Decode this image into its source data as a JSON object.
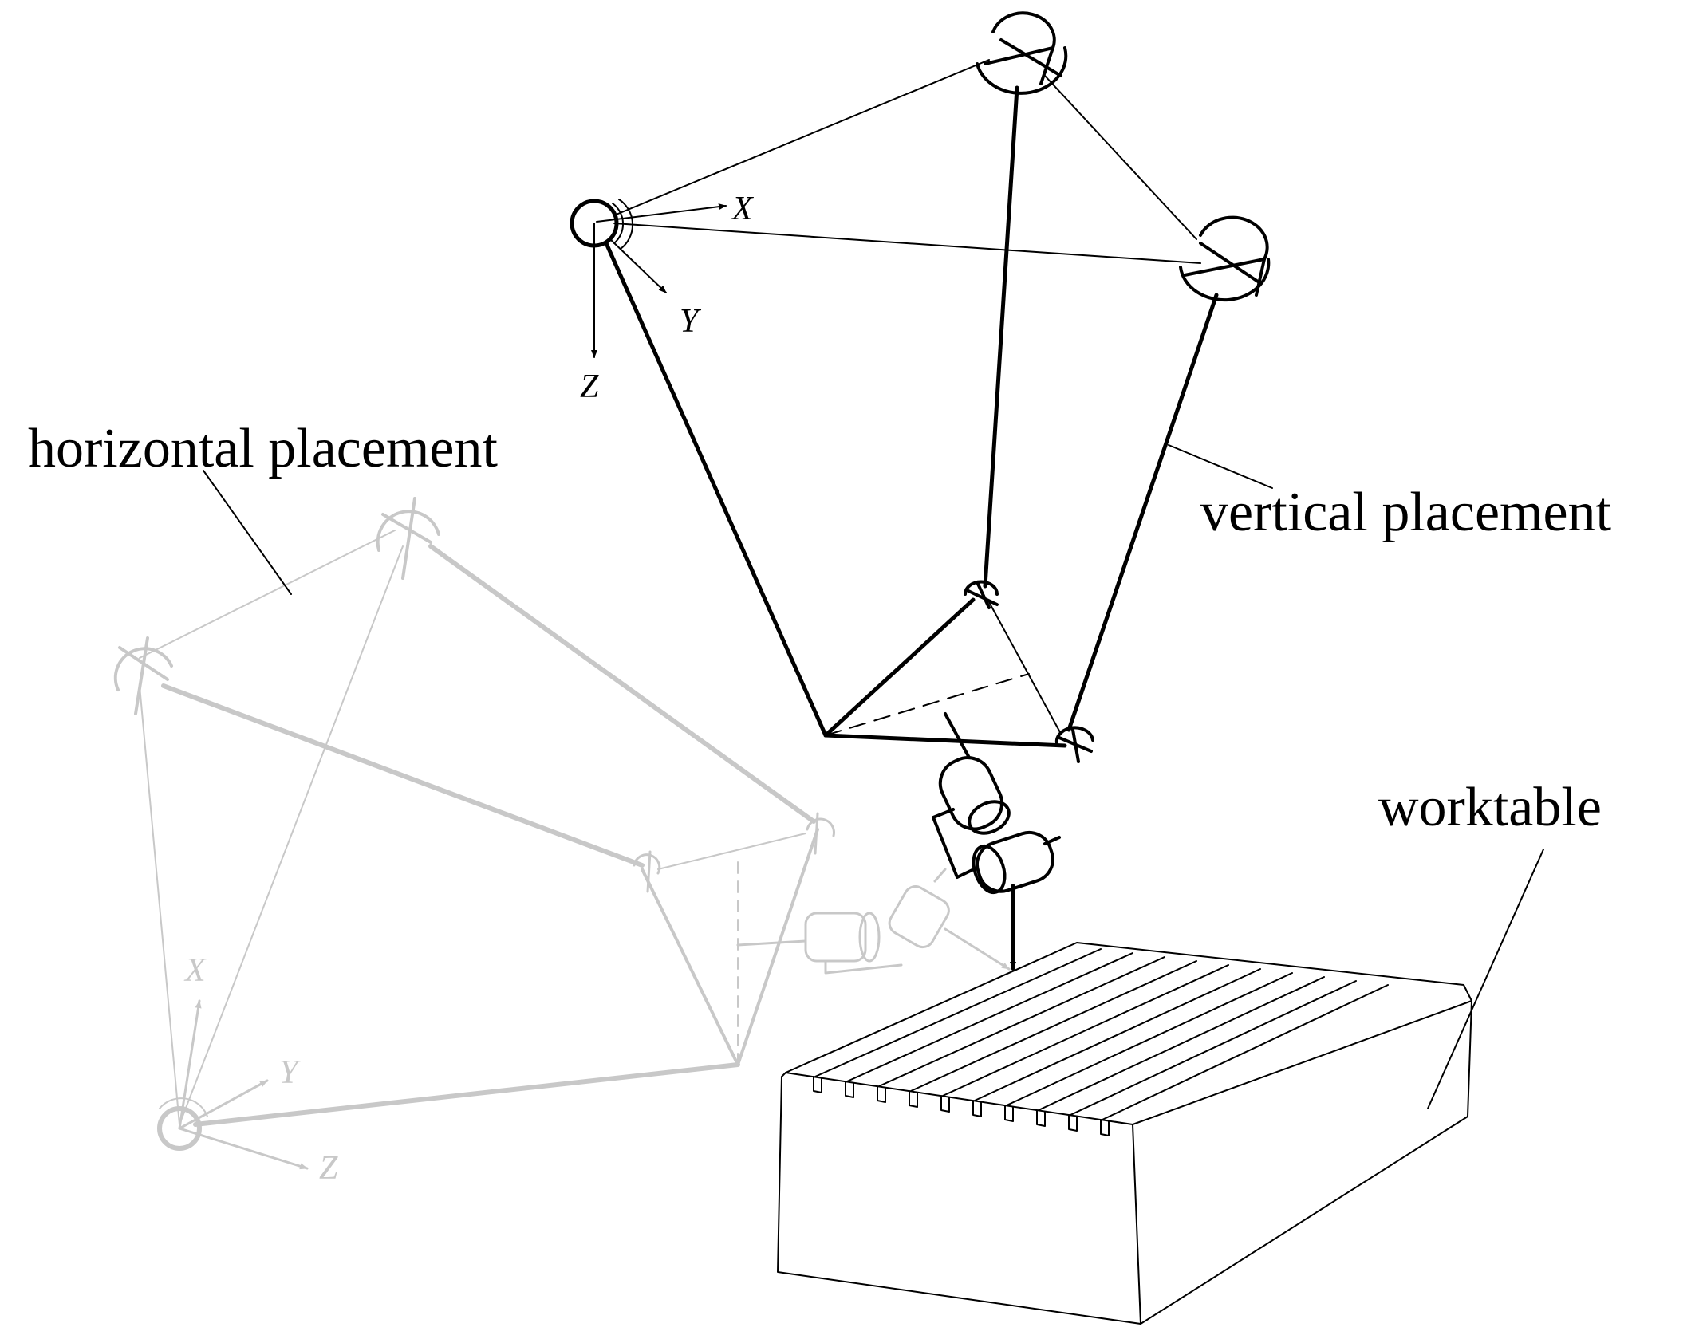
{
  "labels": {
    "horizontal": "horizontal placement",
    "vertical": "vertical placement",
    "worktable": "worktable"
  },
  "axes_vertical": {
    "x": "X",
    "y": "Y",
    "z": "Z"
  },
  "axes_horizontal": {
    "x": "X",
    "y": "Y",
    "z": "Z"
  },
  "colors": {
    "vertical_robot": "#000000",
    "horizontal_robot": "#c8c8c8",
    "background": "#ffffff"
  }
}
